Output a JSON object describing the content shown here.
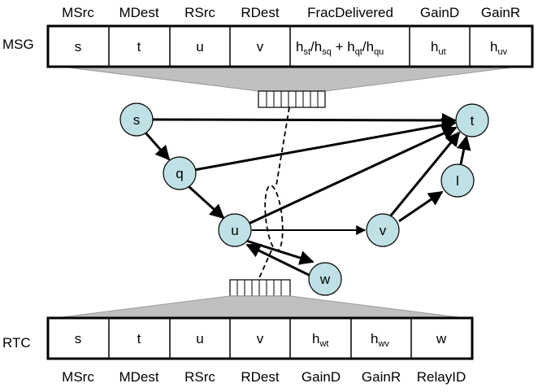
{
  "msg": {
    "row_label": "MSG",
    "headers": [
      "MSrc",
      "MDest",
      "RSrc",
      "RDest",
      "FracDelivered",
      "GainD",
      "GainR"
    ],
    "cells": [
      "s",
      "t",
      "u",
      "v",
      "",
      "",
      ""
    ],
    "frac_delivered": {
      "h1": "h",
      "s1": "st",
      "slash1": "/h",
      "s2": "sq",
      "plus": " + h",
      "s3": "qt",
      "slash2": "/h",
      "s4": "qu"
    },
    "gain_d": {
      "h": "h",
      "sub": "ut"
    },
    "gain_r": {
      "h": "h",
      "sub": "uv"
    }
  },
  "rtc": {
    "row_label": "RTC",
    "headers": [
      "MSrc",
      "MDest",
      "RSrc",
      "RDest",
      "GainD",
      "GainR",
      "RelayID"
    ],
    "cells": [
      "s",
      "t",
      "u",
      "v",
      "",
      "",
      "w"
    ],
    "gain_d": {
      "h": "h",
      "sub": "wt"
    },
    "gain_r": {
      "h": "h",
      "sub": "wv"
    }
  },
  "nodes": {
    "s": "s",
    "q": "q",
    "u": "u",
    "v": "v",
    "l": "l",
    "t": "t",
    "w": "w"
  },
  "colors": {
    "node_fill": "#bfe0e4",
    "node_stroke": "#000000",
    "funnel_fill": "#c0c0c0"
  }
}
